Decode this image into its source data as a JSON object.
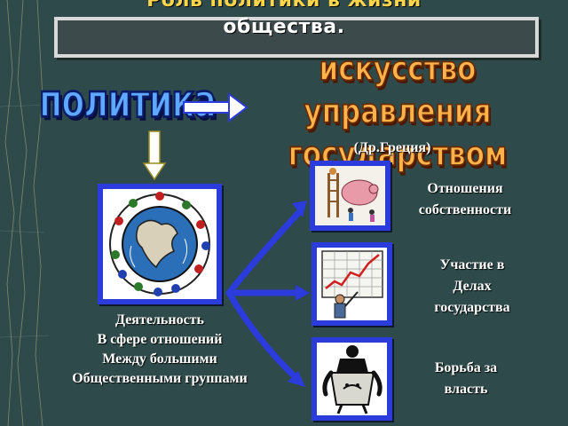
{
  "title": {
    "line1": "Роль политики в жизни",
    "line2": "общества."
  },
  "main_term": "политика",
  "definition": {
    "line1": "искусство управления",
    "line2": "государством"
  },
  "origin": "(Др.Греция)",
  "activity": {
    "line1": "Деятельность",
    "line2": "В сфере отношений",
    "line3": "Между большими",
    "line4": "Общественными группами"
  },
  "spheres": [
    {
      "line1": "Отношения",
      "line2": "собственности",
      "icon": "property-clipart-icon"
    },
    {
      "line1": "Участие в",
      "line2": "Делах",
      "line3": "государства",
      "icon": "chart-presenter-icon"
    },
    {
      "line1": "Борьба за",
      "line2": "власть",
      "icon": "power-struggle-icon"
    }
  ],
  "colors": {
    "background": "#2f4a4a",
    "title_accent": "#ffd54a",
    "frame_border": "#2b3bdc",
    "main_term": "#5fa8ff",
    "definition": "#ffb34a"
  }
}
